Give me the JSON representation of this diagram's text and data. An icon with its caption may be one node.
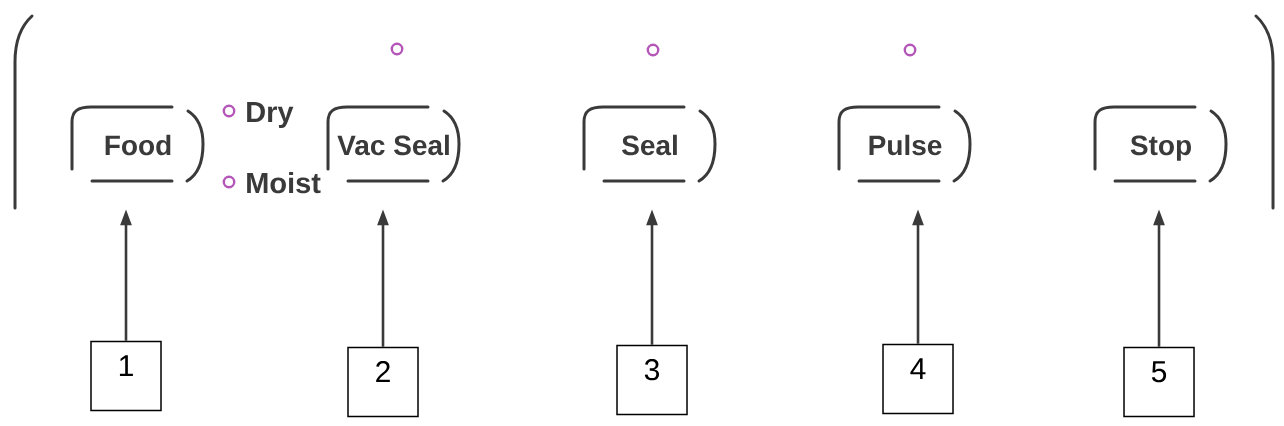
{
  "diagram": {
    "nodes": [
      {
        "text": [
          "Food"
        ]
      },
      {
        "text": [
          "Vac Seal"
        ]
      },
      {
        "text": [
          "Seal"
        ]
      },
      {
        "text": [
          "Pulse"
        ]
      },
      {
        "text": [
          "Stop"
        ]
      },
      {
        "text": [
          "1"
        ]
      },
      {
        "text": [
          "2"
        ]
      },
      {
        "text": [
          "3"
        ]
      },
      {
        "text": [
          "4"
        ]
      },
      {
        "text": [
          "5"
        ]
      }
    ],
    "edges": [
      {
        "from": 5,
        "to": 0,
        "arrow": "to"
      },
      {
        "from": 6,
        "to": 1,
        "arrow": "to"
      },
      {
        "from": 7,
        "to": 2,
        "arrow": "to"
      },
      {
        "from": 8,
        "to": 3,
        "arrow": "to"
      },
      {
        "from": 9,
        "to": 4,
        "arrow": "to"
      }
    ],
    "labels": [
      "Dry",
      "Moist"
    ]
  }
}
